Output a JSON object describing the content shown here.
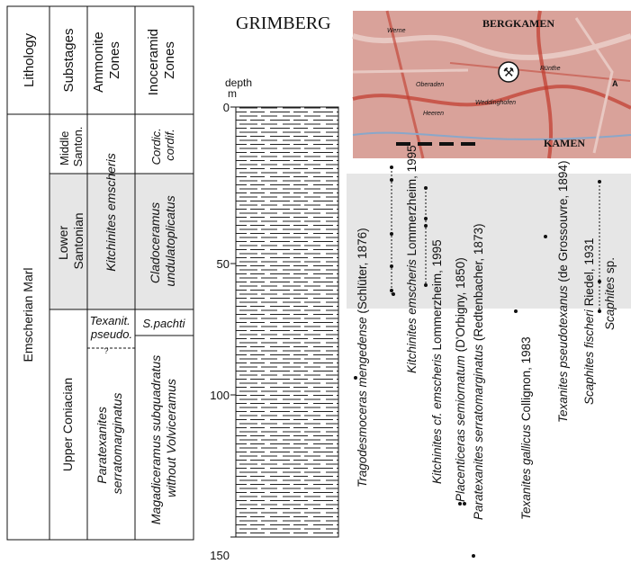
{
  "title": "GRIMBERG",
  "columns": {
    "lithology": "Lithology",
    "substages": "Substages",
    "ammonite": [
      "Ammonite",
      "Zones"
    ],
    "inoceramid": [
      "Inoceramid",
      "Zones"
    ]
  },
  "lithology_unit": "Emscherian Marl",
  "substages": {
    "middle": [
      "Middle",
      "Santon."
    ],
    "lower": [
      "Lower",
      "Santonian"
    ],
    "upper": "Upper Coniacian"
  },
  "ammonite_zones": {
    "kitchinites": "Kitchinites emscheris",
    "texanit": [
      "Texanit.",
      "pseudo."
    ],
    "query": "?",
    "paratexanites": [
      "Paratexanites",
      "serratomarginatus"
    ]
  },
  "inoceramid_zones": {
    "cordic": [
      "Cordic.",
      "cordif."
    ],
    "cladoceramus": [
      "Cladoceramus",
      "undulatoplicatus"
    ],
    "spachti": "S.pachti",
    "magadiceramus": [
      "Magadiceramus subquadratus",
      "without Volviceramus"
    ]
  },
  "depth_axis": {
    "label": [
      "depth",
      "m"
    ],
    "ticks": [
      "0",
      "50",
      "100",
      "150"
    ]
  },
  "map": {
    "labels": {
      "bergkamen": "BERGKAMEN",
      "kamen": "KAMEN",
      "a": "Werne",
      "b": "Oberaden",
      "c": "Rünthe",
      "d": "Weddinghofen",
      "e": "Heeren",
      "f": "A"
    },
    "mine_symbol": "⚒"
  },
  "taxa": [
    {
      "name": "Tragodesmoceras mengedense",
      "author": " (Schlüter, 1876)"
    },
    {
      "name": "Kitchinites emscheris",
      "author": " Lommerzheim, 1995"
    },
    {
      "name": "Kitchinites cf. emscheris",
      "author": " Lommerzheim, 1995"
    },
    {
      "name": "Placenticeras semiornatum",
      "author": " (D'Orbigny, 1850)"
    },
    {
      "name": "Paratexanites serratomarginatus",
      "author": " (Redtenbacher, 1873)"
    },
    {
      "name": "Texanites gallicus",
      "author": " Collignon, 1983"
    },
    {
      "name": "Texanites  pseudotexanus",
      "author": " (de Grossouvre, 1894)"
    },
    {
      "name": "Scaphites fischeri",
      "author": " Riedel, 1931"
    },
    {
      "name": "Scaphites",
      "author": " sp."
    }
  ],
  "colors": {
    "shade": "#e6e6e6",
    "line": "#111111",
    "map_base": "#d9a29a",
    "map_road": "#c0392b"
  }
}
